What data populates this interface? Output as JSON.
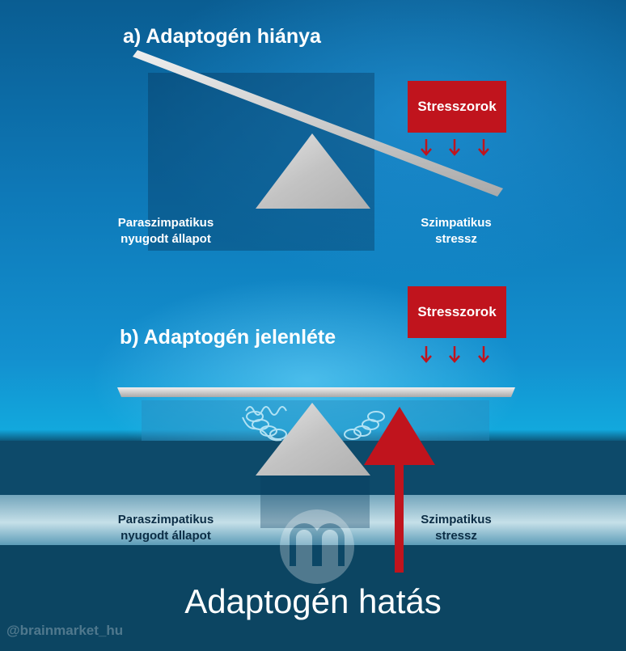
{
  "panel_a": {
    "title": "a) Adaptogén hiánya",
    "stressor_label": "Stresszorok",
    "left_label_line1": "Paraszimpatikus",
    "left_label_line2": "nyugodt állapot",
    "right_label_line1": "Szimpatikus",
    "right_label_line2": "stressz"
  },
  "panel_b": {
    "title": "b) Adaptogén jelenléte",
    "stressor_label": "Stresszorok",
    "left_label_line1": "Paraszimpatikus",
    "left_label_line2": "nyugodt állapot",
    "right_label_line1": "Szimpatikus",
    "right_label_line2": "stressz"
  },
  "effect_label": "Adaptogén hatás",
  "watermark": "@brainmarket_hu",
  "colors": {
    "stressor_red": "#c0141d",
    "arrow_red": "#c0141d",
    "plank_gray": "#cfcfcf",
    "background_blue": "#1390cf"
  },
  "icons": {
    "spring": "coil-spring-icon",
    "logo": "brainmarket-logo-icon"
  }
}
